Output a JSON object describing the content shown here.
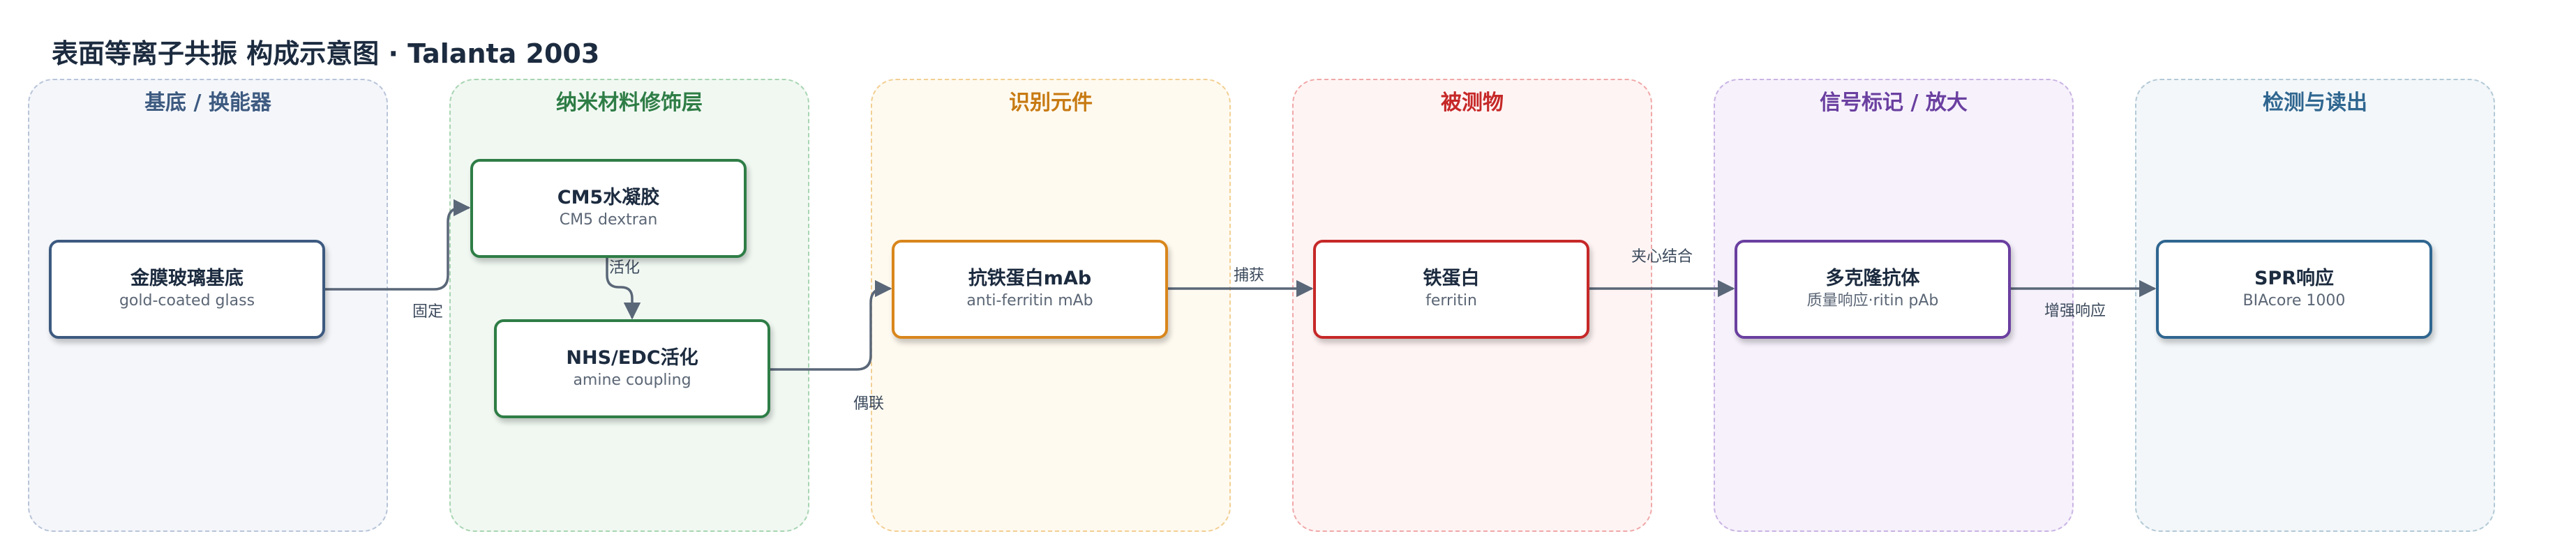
{
  "title": "表面等离子共振 构成示意图 · Talanta 2003",
  "lanes": [
    {
      "label": "基底 / 换能器",
      "color": "#3d5a80",
      "bg": "#f4f6fa",
      "border": "#b8c4d8"
    },
    {
      "label": "纳米材料修饰层",
      "color": "#2e7d46",
      "bg": "#f1f8f2",
      "border": "#a8d5b2"
    },
    {
      "label": "识别元件",
      "color": "#c77a12",
      "bg": "#fffaf0",
      "border": "#f2cf92"
    },
    {
      "label": "被测物",
      "color": "#c62828",
      "bg": "#fff4f4",
      "border": "#f0a8a8"
    },
    {
      "label": "信号标记 / 放大",
      "color": "#6a3fa0",
      "bg": "#f6f1fb",
      "border": "#c9b3e3"
    },
    {
      "label": "检测与读出",
      "color": "#2f6690",
      "bg": "#f3f7f9",
      "border": "#b3c9d6"
    }
  ],
  "nodes": {
    "gold_glass": {
      "title": "金膜玻璃基底",
      "sub": "gold-coated glass",
      "color": "#3d5a80"
    },
    "cm5": {
      "title": "CM5水凝胶",
      "sub": "CM5 dextran",
      "color": "#2e7d46"
    },
    "nhs_edc": {
      "title": "NHS/EDC活化",
      "sub": "amine coupling",
      "color": "#2e7d46"
    },
    "mab": {
      "title": "抗铁蛋白mAb",
      "sub": "anti-ferritin mAb",
      "color": "#d9861c"
    },
    "ferritin": {
      "title": "铁蛋白",
      "sub": "ferritin",
      "color": "#c62828"
    },
    "pab": {
      "title": "多克隆抗体",
      "sub": "质量响应·ritin pAb",
      "color": "#6a3fa0"
    },
    "spr": {
      "title": "SPR响应",
      "sub": "BIAcore 1000",
      "color": "#2f6690"
    }
  },
  "edges": {
    "fix": "固定",
    "activate": "活化",
    "couple": "偶联",
    "capture": "捕获",
    "sandwich": "夹心结合",
    "enhance": "增强响应"
  }
}
